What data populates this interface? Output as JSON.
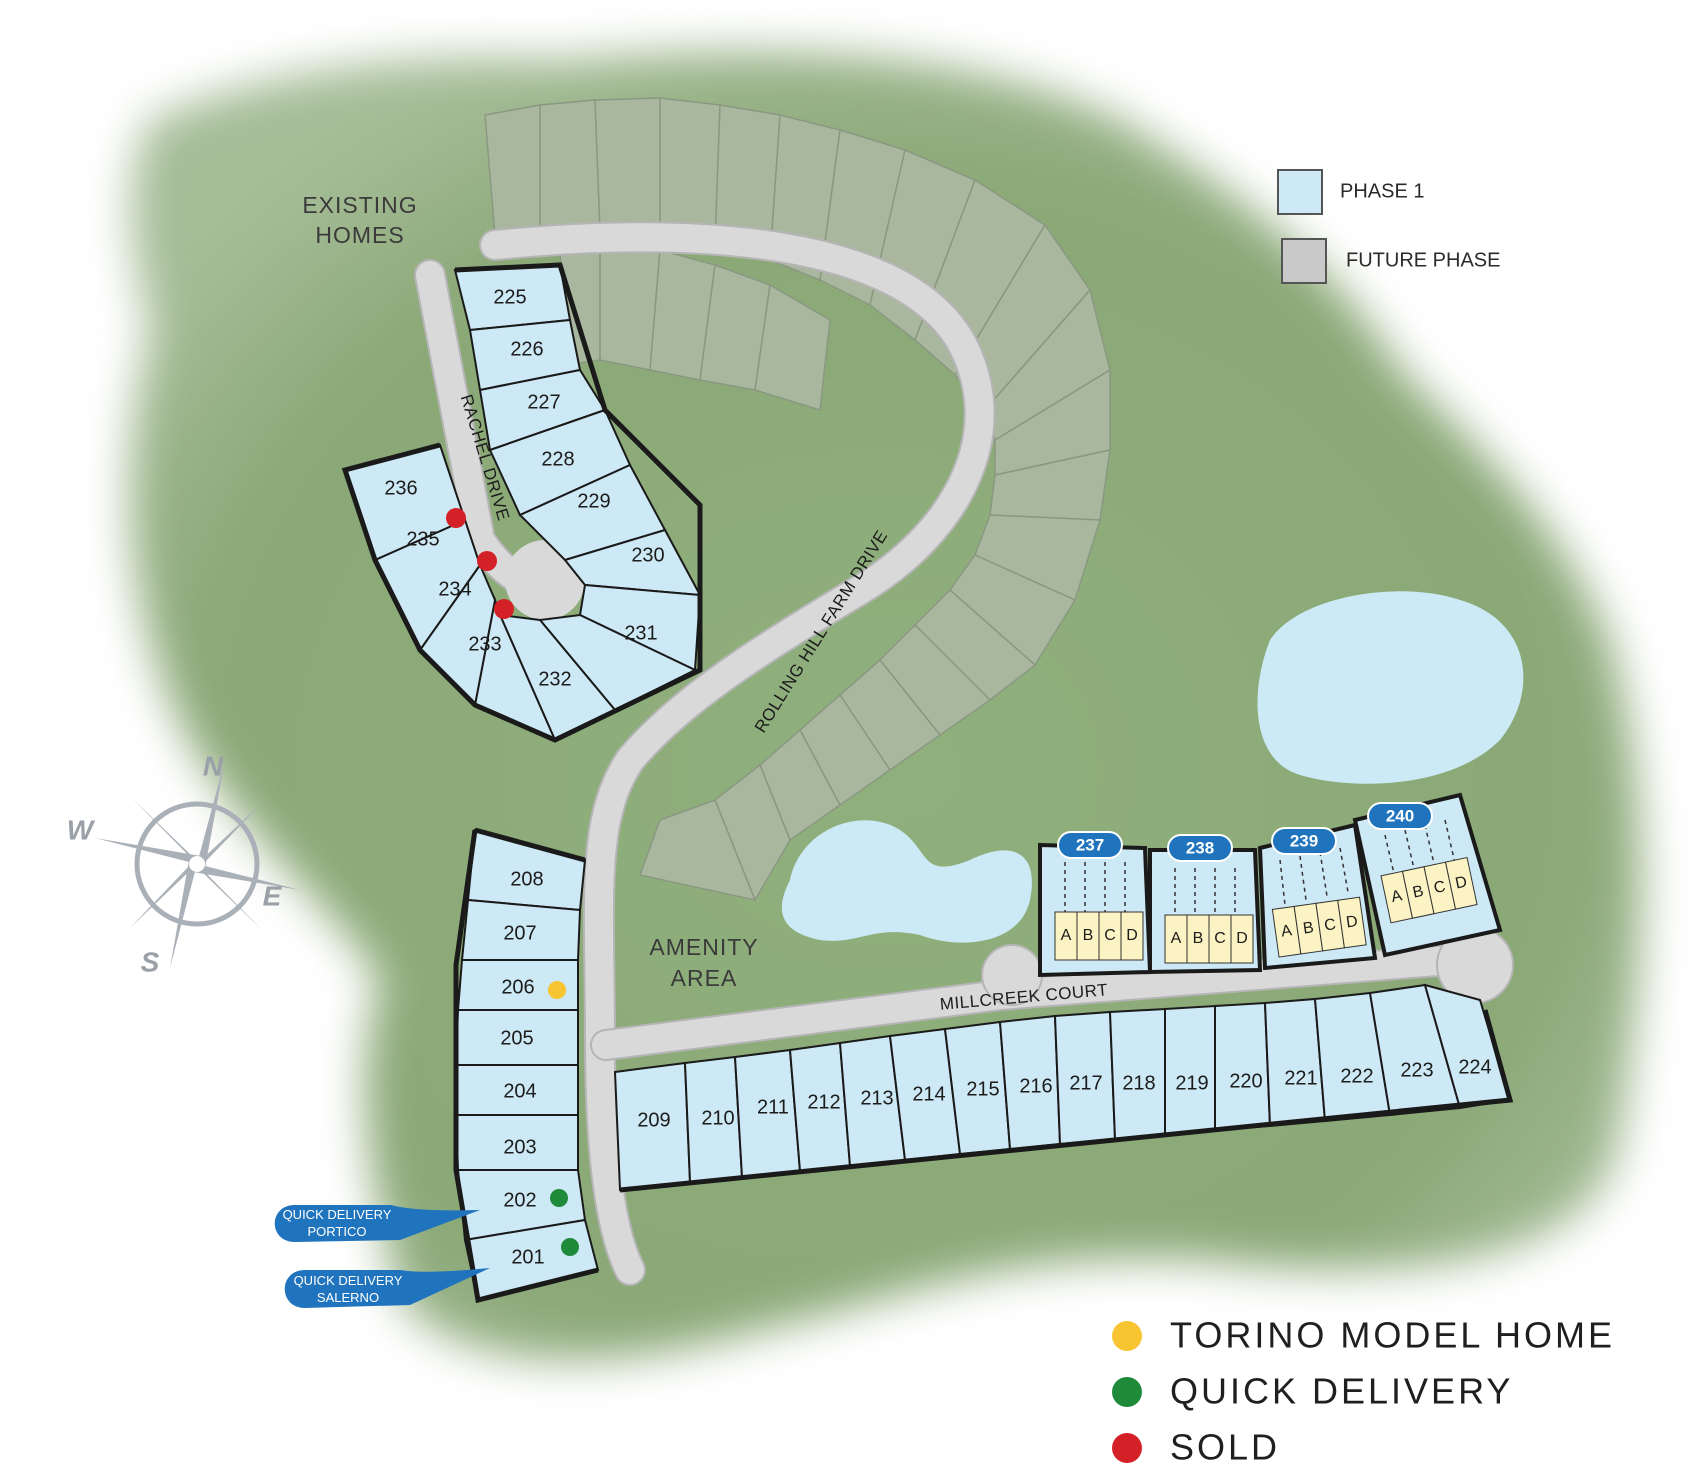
{
  "colors": {
    "phase1": "#cde9f5",
    "future": "#a9b79f",
    "road": "#d9d9d9",
    "pond": "#cce9f6",
    "land": "#8fb07c",
    "torino": "#f7c531",
    "quick_delivery": "#1f8a3a",
    "sold": "#d42027",
    "tag_blue": "#1f74bd"
  },
  "legend": {
    "phase1": "PHASE 1",
    "future": "FUTURE PHASE",
    "torino": "TORINO MODEL HOME",
    "quick": "QUICK DELIVERY",
    "sold": "SOLD"
  },
  "labels": {
    "existing_1": "EXISTING",
    "existing_2": "HOMES",
    "amenity_1": "AMENITY",
    "amenity_2": "AREA"
  },
  "streets": {
    "rachel": "RACHEL DRIVE",
    "rolling": "ROLLING HILL FARM DRIVE",
    "millcreek": "MILLCREEK COURT"
  },
  "compass": {
    "n": "N",
    "s": "S",
    "e": "E",
    "w": "W"
  },
  "tags": {
    "portico_1": "QUICK DELIVERY",
    "portico_2": "PORTICO",
    "salerno_1": "QUICK DELIVERY",
    "salerno_2": "SALERNO"
  },
  "lots": {
    "l201": "201",
    "l202": "202",
    "l203": "203",
    "l204": "204",
    "l205": "205",
    "l206": "206",
    "l207": "207",
    "l208": "208",
    "l209": "209",
    "l210": "210",
    "l211": "211",
    "l212": "212",
    "l213": "213",
    "l214": "214",
    "l215": "215",
    "l216": "216",
    "l217": "217",
    "l218": "218",
    "l219": "219",
    "l220": "220",
    "l221": "221",
    "l222": "222",
    "l223": "223",
    "l224": "224",
    "l225": "225",
    "l226": "226",
    "l227": "227",
    "l228": "228",
    "l229": "229",
    "l230": "230",
    "l231": "231",
    "l232": "232",
    "l233": "233",
    "l234": "234",
    "l235": "235",
    "l236": "236"
  },
  "buildings": {
    "b237": "237",
    "b238": "238",
    "b239": "239",
    "b240": "240",
    "units": [
      "A",
      "B",
      "C",
      "D"
    ]
  },
  "status": {
    "torino_lots": [
      "206"
    ],
    "quick_delivery_lots": [
      "202",
      "201"
    ],
    "sold_lots": [
      "235",
      "234",
      "233"
    ]
  }
}
